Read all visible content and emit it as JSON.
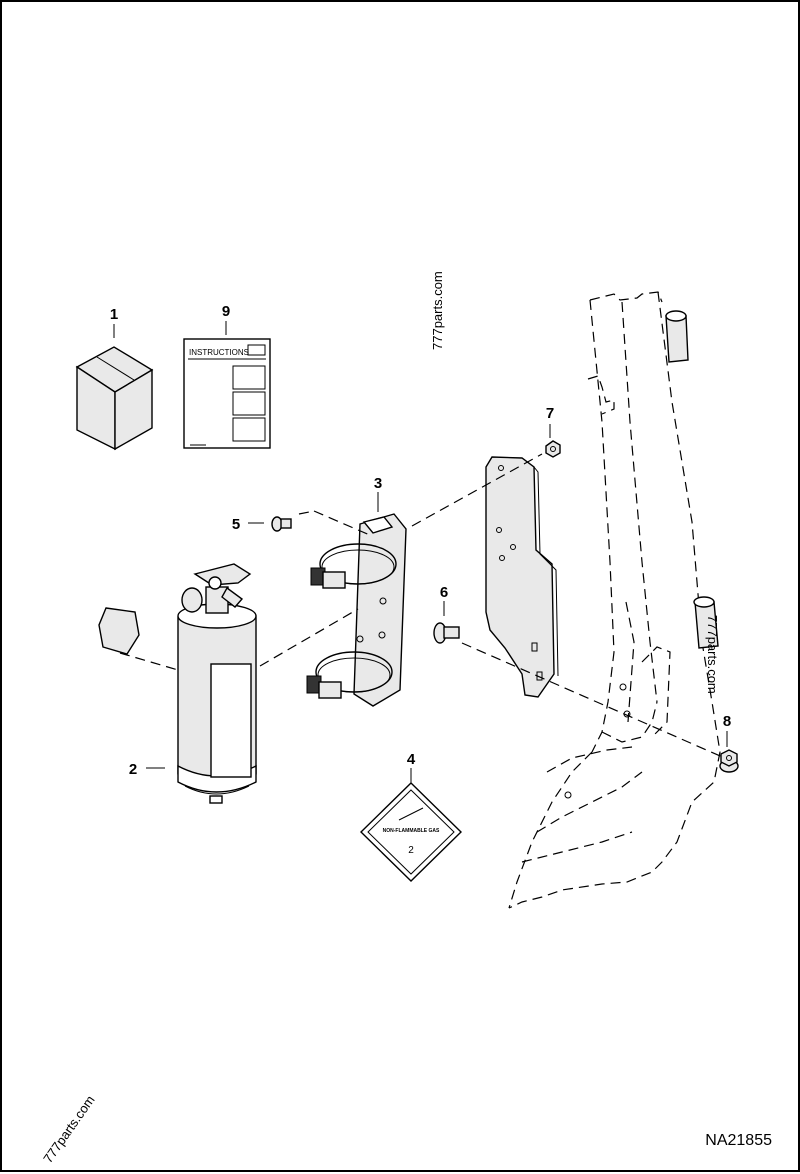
{
  "drawing": {
    "document_number": "NA21855",
    "callouts": [
      "1",
      "2",
      "3",
      "4",
      "5",
      "6",
      "7",
      "8",
      "9"
    ],
    "watermark": "777parts.com",
    "instructions_sheet_title": "INSTRUCTIONS",
    "decal_title": "NON-FLAMMABLE GAS",
    "decal_class": "2"
  }
}
